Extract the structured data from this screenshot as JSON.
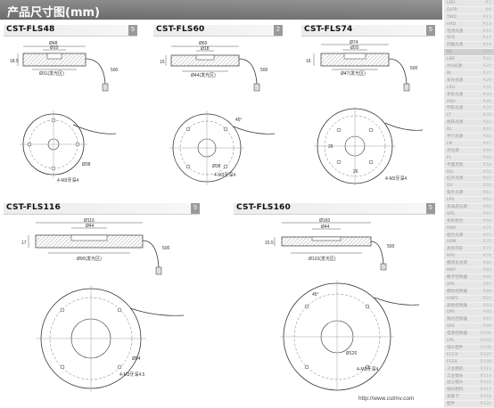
{
  "header": {
    "title": "产品尺寸图(mm)"
  },
  "products": [
    {
      "model": "CST-FLS48",
      "badge": "5",
      "side": {
        "top_dia": "Ø48",
        "inner_dia": "Ø10",
        "bottom_dia": "Ø31(发光区)",
        "height": "18.5",
        "cable": "500"
      },
      "front": {
        "dia": "Ø38",
        "holes": "4-M3牙深4"
      }
    },
    {
      "model": "CST-FLS60",
      "badge": "2",
      "side": {
        "top_dia": "Ø60",
        "inner_dia": "Ø18",
        "bottom_dia": "Ø44(发光区)",
        "height": "15",
        "cable": "500"
      },
      "front": {
        "dia": "Ø38",
        "holes": "4-M3牙深4",
        "angle": "45°"
      }
    },
    {
      "model": "CST-FLS74",
      "badge": "5",
      "side": {
        "top_dia": "Ø74",
        "inner_dia": "Ø20",
        "bottom_dia": "Ø47(发光区)",
        "height": "16",
        "cable": "500"
      },
      "front": {
        "dim_a": "26",
        "dim_b": "26",
        "holes": "4-M3牙深4"
      }
    },
    {
      "model": "CST-FLS116",
      "badge": "5",
      "side": {
        "top_dia": "Ø116",
        "inner_dia": "Ø44",
        "bottom_dia": "Ø90(发光区)",
        "height": "17",
        "cable": "500"
      },
      "front": {
        "dia": "Ø94",
        "holes": "4-M3牙深4.5"
      }
    },
    {
      "model": "CST-FLS160",
      "badge": "5",
      "side": {
        "top_dia": "Ø160",
        "inner_dia": "Ø44",
        "bottom_dia": "Ø132(发光区)",
        "height": "15.5",
        "cable": "500"
      },
      "front": {
        "dia": "Ø120",
        "holes": "4-M3牙深4",
        "angle": "45°"
      }
    }
  ],
  "footer": {
    "url": "http://www.cstmv.com"
  },
  "sidebar": {
    "items": [
      {
        "label": "LDH",
        "code": "P.7"
      },
      {
        "label": "DLPR",
        "code": "P.9"
      },
      {
        "label": "TWD",
        "code": "P.11"
      },
      {
        "label": "HRD",
        "code": "P.13"
      },
      {
        "label": "穹顶光源",
        "code": "P.15"
      },
      {
        "label": "SFD",
        "code": "P.17"
      },
      {
        "label": "同轴光源",
        "code": "P.19"
      },
      {
        "label": "DL",
        "code": "P.21"
      },
      {
        "label": "LBR",
        "code": "P.23"
      },
      {
        "label": "AOI光源",
        "code": "P.25"
      },
      {
        "label": "BL",
        "code": "P.27"
      },
      {
        "label": "背光光源",
        "code": "P.29"
      },
      {
        "label": "LRG",
        "code": "P.31"
      },
      {
        "label": "条形光源",
        "code": "P.33"
      },
      {
        "label": "RSD",
        "code": "P.35"
      },
      {
        "label": "环形光源",
        "code": "P.37"
      },
      {
        "label": "LT",
        "code": "P.39"
      },
      {
        "label": "线阵光源",
        "code": "P.41"
      },
      {
        "label": "RL",
        "code": "P.43"
      },
      {
        "label": "平行光源",
        "code": "P.45"
      },
      {
        "label": "LN",
        "code": "P.47"
      },
      {
        "label": "点光源",
        "code": "P.49"
      },
      {
        "label": "FL",
        "code": "P.51"
      },
      {
        "label": "平面无影",
        "code": "P.53"
      },
      {
        "label": "DG",
        "code": "P.55"
      },
      {
        "label": "红外光源",
        "code": "P.57"
      },
      {
        "label": "UV",
        "code": "P.59"
      },
      {
        "label": "紫外光源",
        "code": "P.61"
      },
      {
        "label": "LPS",
        "code": "P.63"
      },
      {
        "label": "多角度光源",
        "code": "P.65"
      },
      {
        "label": "SPS",
        "code": "P.67"
      },
      {
        "label": "条形组合",
        "code": "P.69"
      },
      {
        "label": "RSM",
        "code": "P.71"
      },
      {
        "label": "组合光源",
        "code": "P.73"
      },
      {
        "label": "HRM",
        "code": "P.75"
      },
      {
        "label": "高亮环形",
        "code": "P.77"
      },
      {
        "label": "RPS",
        "code": "P.79"
      },
      {
        "label": "模块化光源",
        "code": "P.81"
      },
      {
        "label": "MAP",
        "code": "P.83"
      },
      {
        "label": "数字控制器",
        "code": "P.85"
      },
      {
        "label": "APS",
        "code": "P.87"
      },
      {
        "label": "模拟控制器",
        "code": "P.89"
      },
      {
        "label": "HDPS",
        "code": "P.91"
      },
      {
        "label": "高频控制器",
        "code": "P.93"
      },
      {
        "label": "DPS",
        "code": "P.95"
      },
      {
        "label": "频闪控制器",
        "code": "P.97"
      },
      {
        "label": "SPS",
        "code": "P.99"
      },
      {
        "label": "电源控制器",
        "code": "P.101"
      },
      {
        "label": "CPL",
        "code": "P.103"
      },
      {
        "label": "镜头配件",
        "code": "P.105"
      },
      {
        "label": "FCCX",
        "code": "P.107"
      },
      {
        "label": "FCEX",
        "code": "P.109"
      },
      {
        "label": "工业相机",
        "code": "P.111"
      },
      {
        "label": "工业镜头",
        "code": "P.113"
      },
      {
        "label": "远心镜头",
        "code": "P.115"
      },
      {
        "label": "线扫相机",
        "code": "P.117"
      },
      {
        "label": "采集卡",
        "code": "P.119"
      },
      {
        "label": "配件",
        "code": "P.121"
      }
    ]
  }
}
